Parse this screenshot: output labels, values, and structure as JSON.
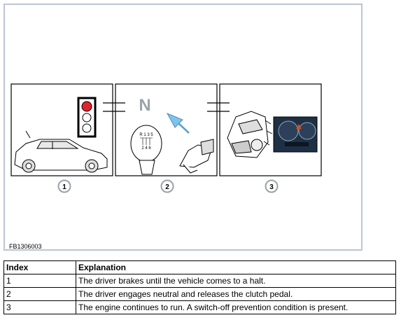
{
  "figure": {
    "id_label": "FB1306003",
    "panels": [
      {
        "number": "1"
      },
      {
        "number": "2",
        "gear_letter": "N",
        "shift_pattern_top": "R 1 3 5",
        "shift_pattern_bottom": "2 4 6"
      },
      {
        "number": "3"
      }
    ]
  },
  "table": {
    "headers": [
      "Index",
      "Explanation"
    ],
    "rows": [
      {
        "index": "1",
        "text": "The driver brakes until the vehicle comes to a halt."
      },
      {
        "index": "2",
        "text": "The driver engages neutral and releases the clutch pedal."
      },
      {
        "index": "3",
        "text": "The engine continues to run. A switch-off prevention condition is present."
      }
    ]
  },
  "colors": {
    "frame_border": "#b9c6d3",
    "traffic_light_red": "#e3222a",
    "arrow_blue": "#7fc4e8",
    "gear_letter": "#9aa3aa",
    "warning_orange": "#e04a1a"
  }
}
